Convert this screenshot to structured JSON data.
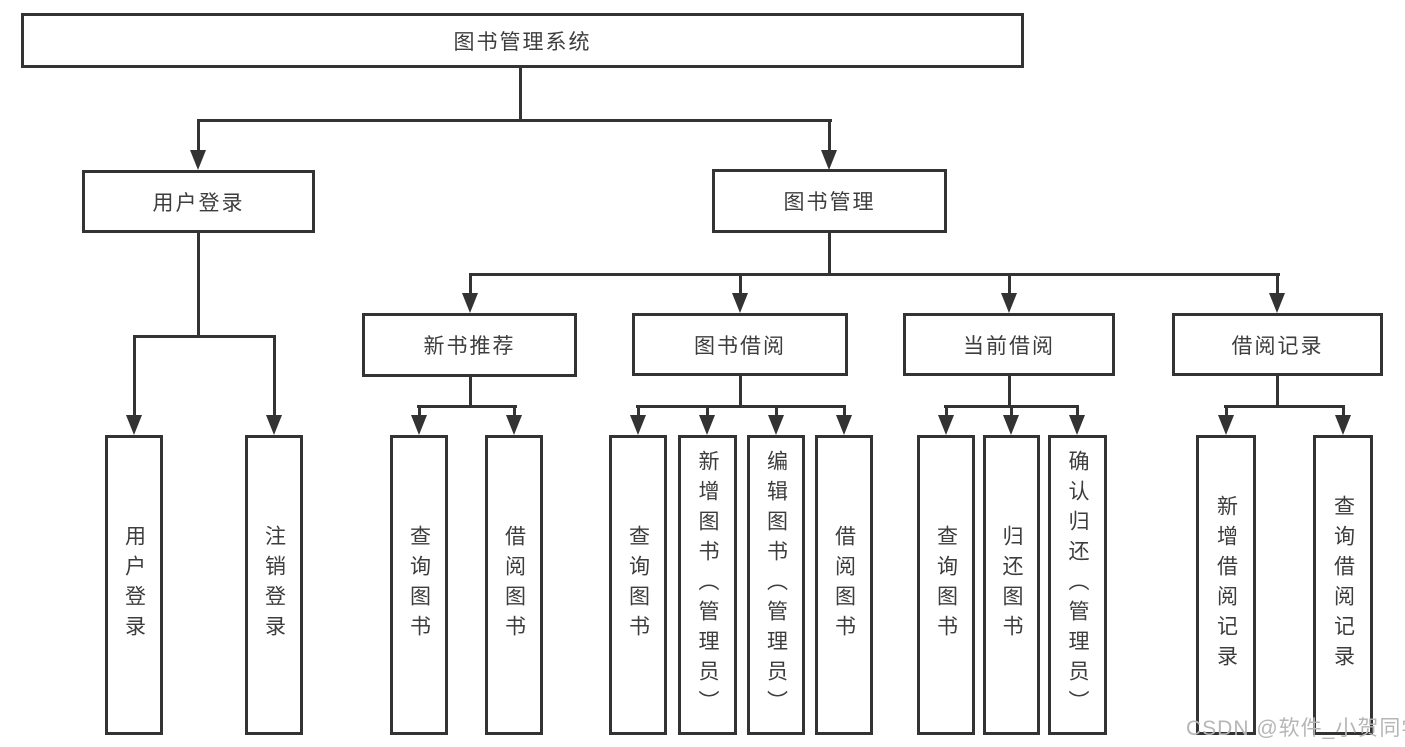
{
  "diagram": {
    "type": "tree",
    "root": {
      "label": "图书管理系统"
    },
    "level2": [
      {
        "id": "user-login",
        "label": "用户登录",
        "parent": "图书管理系统"
      },
      {
        "id": "book-management",
        "label": "图书管理",
        "parent": "图书管理系统"
      }
    ],
    "level3": [
      {
        "id": "new-book-recommend",
        "label": "新书推荐",
        "parent": "图书管理"
      },
      {
        "id": "book-borrowing",
        "label": "图书借阅",
        "parent": "图书管理"
      },
      {
        "id": "current-borrowing",
        "label": "当前借阅",
        "parent": "图书管理"
      },
      {
        "id": "borrowing-records",
        "label": "借阅记录",
        "parent": "图书管理"
      }
    ],
    "leaves": [
      {
        "label": "用户登录",
        "parent": "用户登录"
      },
      {
        "label": "注销登录",
        "parent": "用户登录"
      },
      {
        "label": "查询图书",
        "parent": "新书推荐"
      },
      {
        "label": "借阅图书",
        "parent": "新书推荐"
      },
      {
        "label": "查询图书",
        "parent": "图书借阅"
      },
      {
        "label": "新增图书（管理员）",
        "parent": "图书借阅"
      },
      {
        "label": "编辑图书（管理员）",
        "parent": "图书借阅"
      },
      {
        "label": "借阅图书",
        "parent": "图书借阅"
      },
      {
        "label": "查询图书",
        "parent": "当前借阅"
      },
      {
        "label": "归还图书",
        "parent": "当前借阅"
      },
      {
        "label": "确认归还（管理员）",
        "parent": "当前借阅"
      },
      {
        "label": "新增借阅记录",
        "parent": "借阅记录"
      },
      {
        "label": "查询借阅记录",
        "parent": "借阅记录"
      }
    ]
  },
  "watermark": {
    "text": "CSDN @软件_小贺同学",
    "color": "#b6b6b6"
  },
  "colors": {
    "line": "#333333",
    "box_border": "#333333",
    "box_background": "#ffffff",
    "text": "#3d3d3d",
    "page_background": "#ffffff"
  }
}
